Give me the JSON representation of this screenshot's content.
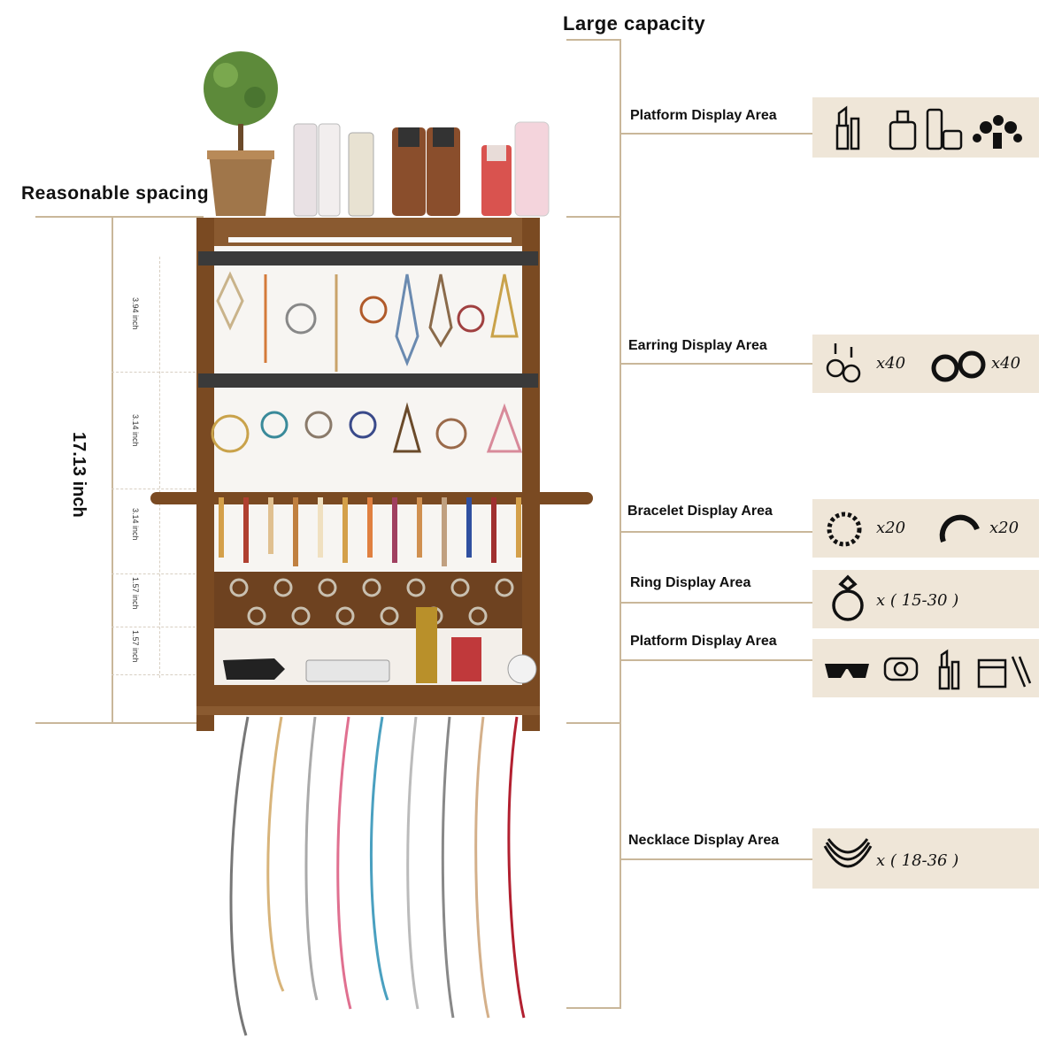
{
  "header": {
    "capacity_title": "Large capacity",
    "spacing_title": "Reasonable spacing"
  },
  "overall_height": "17.13 inch",
  "section_heights": [
    "3.94 inch",
    "3.14 inch",
    "3.14 inch",
    "1.57 inch",
    "1.57 inch"
  ],
  "areas": [
    {
      "label": "Platform Display Area",
      "icons": [
        "lipstick-icon",
        "perfume-icon",
        "cream-icon",
        "plant-icon"
      ],
      "counts": []
    },
    {
      "label": "Earring Display Area",
      "icons": [
        "drop-earring-icon",
        "hoop-earring-icon"
      ],
      "counts": [
        "x40",
        "x40"
      ]
    },
    {
      "label": "Bracelet Display Area",
      "icons": [
        "bead-bracelet-icon",
        "bangle-icon"
      ],
      "counts": [
        "x20",
        "x20"
      ]
    },
    {
      "label": "Ring Display Area",
      "icons": [
        "ring-icon"
      ],
      "counts": [
        "x ( 15-30 )"
      ]
    },
    {
      "label": "Platform Display Area",
      "icons": [
        "sunglasses-icon",
        "watch-icon",
        "lipstick-icon",
        "box-icon"
      ],
      "counts": []
    },
    {
      "label": "Necklace Display Area",
      "icons": [
        "necklace-icon"
      ],
      "counts": [
        "x ( 18-36 )"
      ]
    }
  ],
  "colors": {
    "wood": "#7a4a22",
    "accent_line": "#c9b79a",
    "icon_box": "#efe6d8"
  }
}
